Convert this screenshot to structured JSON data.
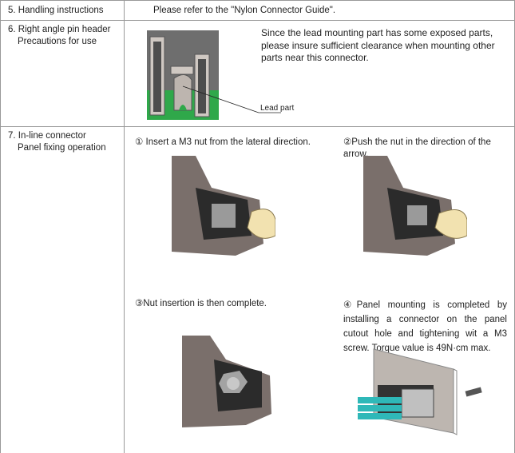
{
  "rows": [
    {
      "label": "5. Handling instructions",
      "text": "Please refer to the \"Nylon Connector Guide\"."
    },
    {
      "label_line1": "6. Right angle pin header",
      "label_line2": "Precautions for use",
      "text": "Since the lead mounting part has some exposed parts, please insure sufficient clearance when mounting other parts near this connector.",
      "callout": "Lead part"
    },
    {
      "label_line1": "7. In-line connector",
      "label_line2": "Panel fixing operation",
      "steps": [
        "① Insert a M3 nut from the lateral direction.",
        "②Push the nut in the direction of the arrow.",
        "③Nut insertion is then complete.",
        "④Panel mounting is completed by installing a connector on the panel cutout hole and tightening wit a M3 screw. Torque value is 49N·cm max."
      ]
    }
  ]
}
